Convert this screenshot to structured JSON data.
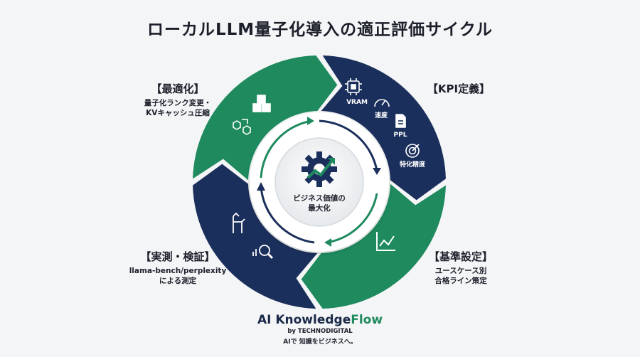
{
  "title": "ローカルLLM量子化導入の適正評価サイクル",
  "center": {
    "line1": "ビジネス価値の",
    "line2": "最大化"
  },
  "stages": {
    "optimize": {
      "title": "【最適化】",
      "line1": "量子化ランク変更・",
      "line2": "KVキャッシュ圧縮",
      "icons": [
        "cubes-icon",
        "cube-conversion-icon"
      ]
    },
    "kpi": {
      "title": "【KPI定義】",
      "icons": [
        "chip-icon",
        "gauge-icon",
        "document-icon",
        "target-icon"
      ],
      "metrics": [
        "VRAM",
        "速度",
        "PPL",
        "特化精度"
      ]
    },
    "baseline": {
      "title": "【基準設定】",
      "line1": "ユースケース別",
      "line2": "合格ライン策定",
      "icons": [
        "line-chart-icon"
      ]
    },
    "measure": {
      "title": "【実測・検証】",
      "line1": "llama-bench/perplexity",
      "line2": "による測定",
      "icons": [
        "llama-icon",
        "magnifier-chart-icon"
      ]
    }
  },
  "colors": {
    "navy": "#1b2f5c",
    "green": "#1e8a5e",
    "background": "#f4f5f6"
  },
  "brand": {
    "prefix": "AI Knowledge",
    "accent": "Flow",
    "by": "by TECHNODIGITAL",
    "tagline": "AIで 知識をビジネスへ。"
  }
}
